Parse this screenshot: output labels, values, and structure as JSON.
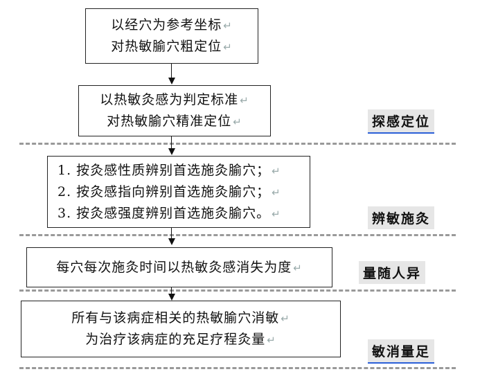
{
  "boxes": {
    "b1": {
      "l1": "以经穴为参考坐标",
      "l2": "对热敏腧穴粗定位"
    },
    "b2": {
      "l1": "以热敏灸感为判定标准",
      "l2": "对热敏腧穴精准定位"
    },
    "b3": {
      "l1": "1. 按灸感性质辨别首选施灸腧穴；",
      "l2": "2. 按灸感指向辨别首选施灸腧穴；",
      "l3": "3. 按灸感强度辨别首选施灸腧穴。"
    },
    "b4": {
      "l1": "每穴每次施灸时间以热敏灸感消失为度"
    },
    "b5": {
      "l1": "所有与该病症相关的热敏腧穴消敏",
      "l2": "为治疗该病症的充足疗程灸量"
    }
  },
  "stages": {
    "s1": "探感定位",
    "s2": "辨敏施灸",
    "s3": "量随人异",
    "s4": "敏消量足"
  },
  "para_mark": "↵"
}
